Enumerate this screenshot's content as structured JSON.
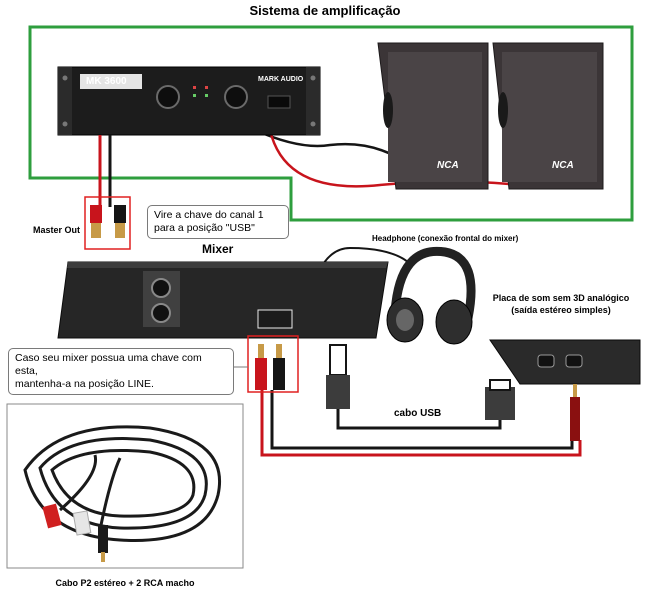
{
  "title": "Sistema de amplificação",
  "amplifier": {
    "model": "MK 3600",
    "brand": "MARK AUDIO"
  },
  "speaker_brand": "NCA",
  "labels": {
    "master_out": "Master Out",
    "mixer": "Mixer",
    "headphone": "Headphone (conexão frontal do mixer)",
    "soundcard_line1": "Placa de som sem 3D analógico",
    "soundcard_line2": "(saída estéreo simples)",
    "usb_cable": "cabo USB",
    "cable_p2": "Cabo P2 estéreo + 2 RCA macho"
  },
  "callouts": {
    "usb_switch_line1": "Vire a chave do canal 1",
    "usb_switch_line2": "para a posição \"USB\"",
    "line_switch_line1": "Caso seu mixer possua uma chave com esta,",
    "line_switch_line2": "mantenha-a na posição LINE."
  },
  "colors": {
    "system_border": "#2e9e3e",
    "callout_border": "#e02020",
    "cable_red": "#c8141c",
    "cable_black": "#151515"
  }
}
